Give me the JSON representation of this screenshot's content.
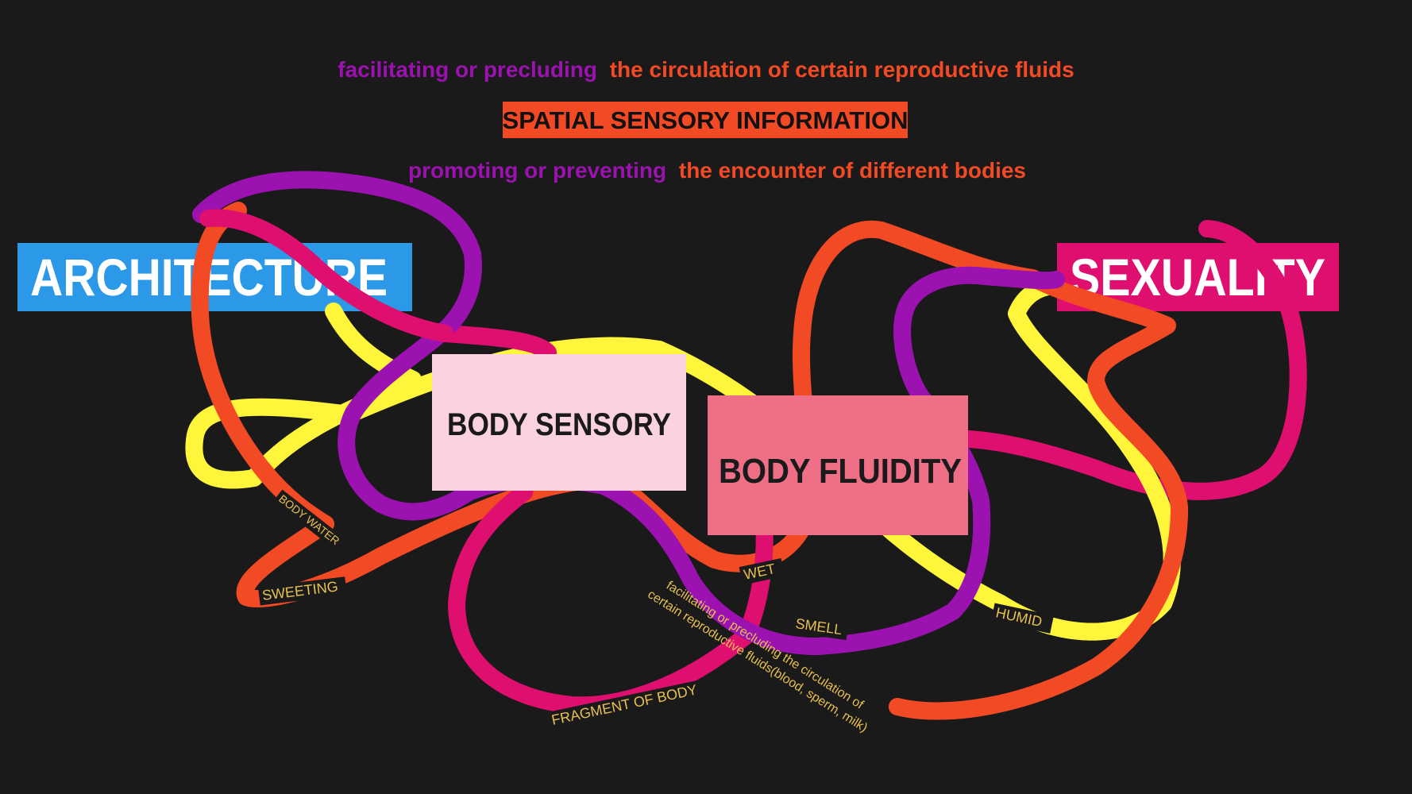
{
  "colors": {
    "background": "#1b1a1a",
    "purple": "#9b12b0",
    "red_orange": "#f24a25",
    "magenta": "#de0f6f",
    "yellow": "#fff53a",
    "blue": "#2c98e8",
    "light_pink": "#fbd3e0",
    "pink": "#ef6f87",
    "gold": "#e6c050"
  },
  "header": {
    "line1_prefix": "facilitating or precluding",
    "line1_suffix": "the circulation of certain reproductive fluids",
    "banner": "SPATIAL SENSORY INFORMATION",
    "line3_prefix": "promoting or preventing",
    "line3_suffix": "the encounter of different bodies"
  },
  "nodes": {
    "architecture": "ARCHITECTURE",
    "sexuality": "SEXUALITY",
    "body_sensory": "BODY SENSORY",
    "body_fluidity": "BODY FLUIDITY"
  },
  "tags": {
    "body_water": "BODY WATER",
    "sweeting": "SWEETING",
    "fragment_of_body": "FRAGMENT OF BODY",
    "wet": "WET",
    "smell": "SMELL",
    "humid": "HUMID",
    "fluids_line1": "facilitating or precluding the circulation of",
    "fluids_line2": "certain reproductive fluids(blood, sperm, milk)"
  }
}
